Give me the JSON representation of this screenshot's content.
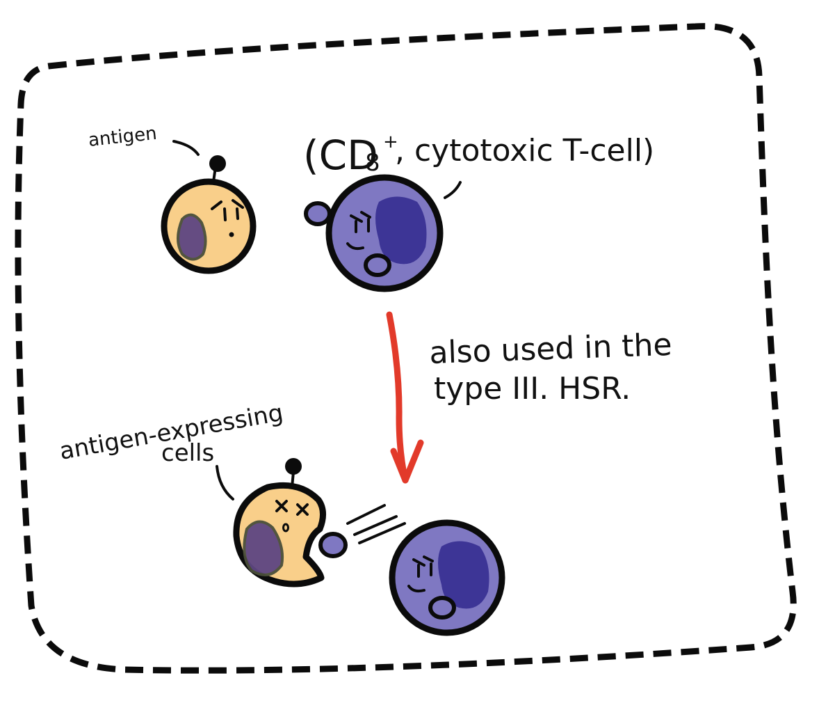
{
  "labels": {
    "antigen": "antigen",
    "cd8_open": "(CD",
    "cd8_num": "8",
    "cd8_sup": "+",
    "cd8_rest": ", cytotoxic T-cell)",
    "note_line1": "also used in the",
    "note_line2": "type III. HSR.",
    "expressing_line1": "antigen-expressing",
    "expressing_line2": "cells"
  },
  "colors": {
    "border": "#0b0b0b",
    "antigen_cell_fill": "#f9cf8a",
    "antigen_nucleus": "#5e4682",
    "tcell_fill": "#7f78c2",
    "tcell_nucleus": "#3d3596",
    "arrow": "#e23a2a",
    "ink": "#0b0b0b"
  },
  "icons": {
    "antigen_cell": "worried-face-icon",
    "tcell": "angry-face-icon",
    "dead_cell": "dead-face-icon",
    "arrow": "down-arrow-icon"
  }
}
